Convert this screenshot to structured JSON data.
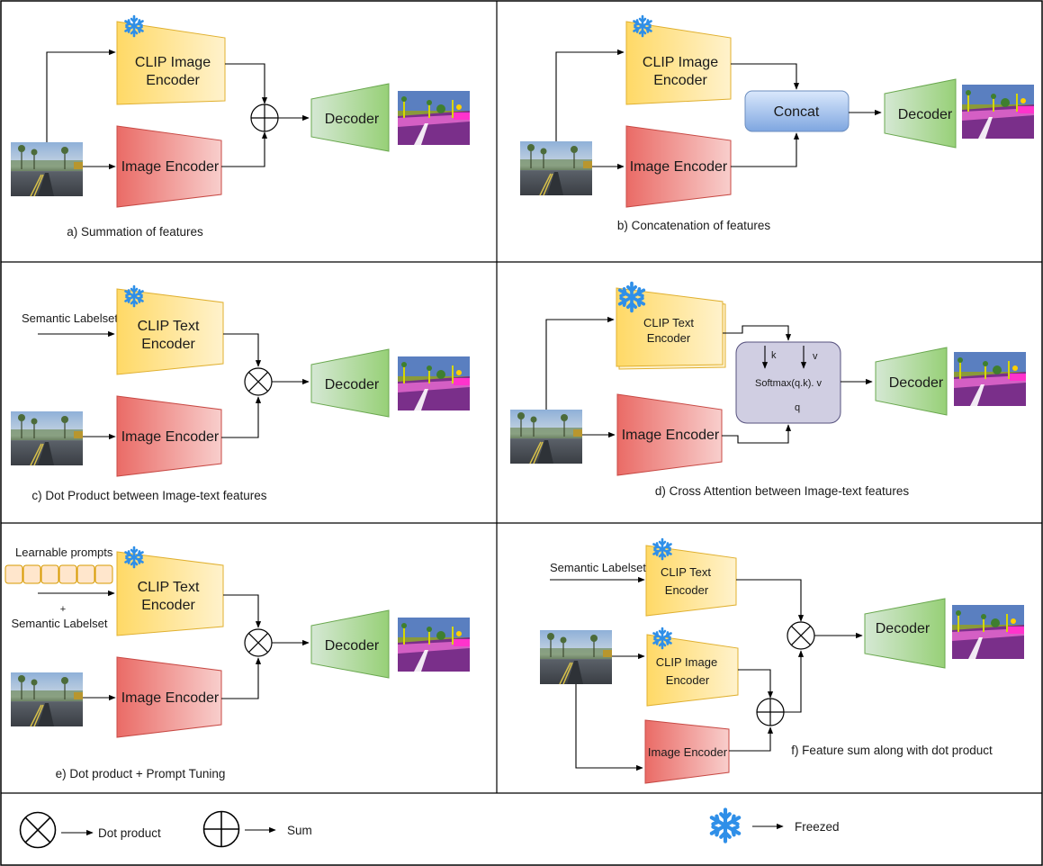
{
  "panels": {
    "a": {
      "caption": "a) Summation of features",
      "clip_label": [
        "CLIP Image",
        "Encoder"
      ],
      "image_encoder": "Image Encoder",
      "decoder": "Decoder"
    },
    "b": {
      "caption": "b) Concatenation of features",
      "clip_label": [
        "CLIP Image",
        "Encoder"
      ],
      "image_encoder": "Image Encoder",
      "concat": "Concat",
      "decoder": "Decoder"
    },
    "c": {
      "caption": "c) Dot Product between Image-text features",
      "input_text": "Semantic Labelset",
      "clip_label": [
        "CLIP Text",
        "Encoder"
      ],
      "image_encoder": "Image Encoder",
      "decoder": "Decoder"
    },
    "d": {
      "caption": "d) Cross Attention between Image-text features",
      "clip_label": [
        "CLIP Text",
        "Encoder"
      ],
      "image_encoder": "Image Encoder",
      "attention_formula": "Softmax(q.k). v",
      "k": "k",
      "v": "v",
      "q": "q",
      "decoder": "Decoder"
    },
    "e": {
      "caption": "e) Dot product + Prompt Tuning",
      "prompts_label": "Learnable prompts",
      "plus": "+",
      "input_text": "Semantic Labelset",
      "clip_label": [
        "CLIP Text",
        "Encoder"
      ],
      "image_encoder": "Image Encoder",
      "decoder": "Decoder"
    },
    "f": {
      "caption": "f) Feature sum along with dot product",
      "input_text": "Semantic Labelset",
      "clip_text_label": [
        "CLIP Text",
        "Encoder"
      ],
      "clip_image_label": [
        "CLIP Image",
        "Encoder"
      ],
      "image_encoder": "Image Encoder",
      "decoder": "Decoder"
    }
  },
  "legend": {
    "dot_product": "Dot product",
    "sum": "Sum",
    "freezed": "Freezed"
  },
  "colors": {
    "clip_encoder": "#ffd966",
    "image_encoder": "#ea6b66",
    "decoder": "#97d077",
    "concat": "#7ea6e0",
    "attention": "#d0cee2",
    "snowflake": "#2f8fe8",
    "prompt_cell": "#ffe6cc"
  }
}
